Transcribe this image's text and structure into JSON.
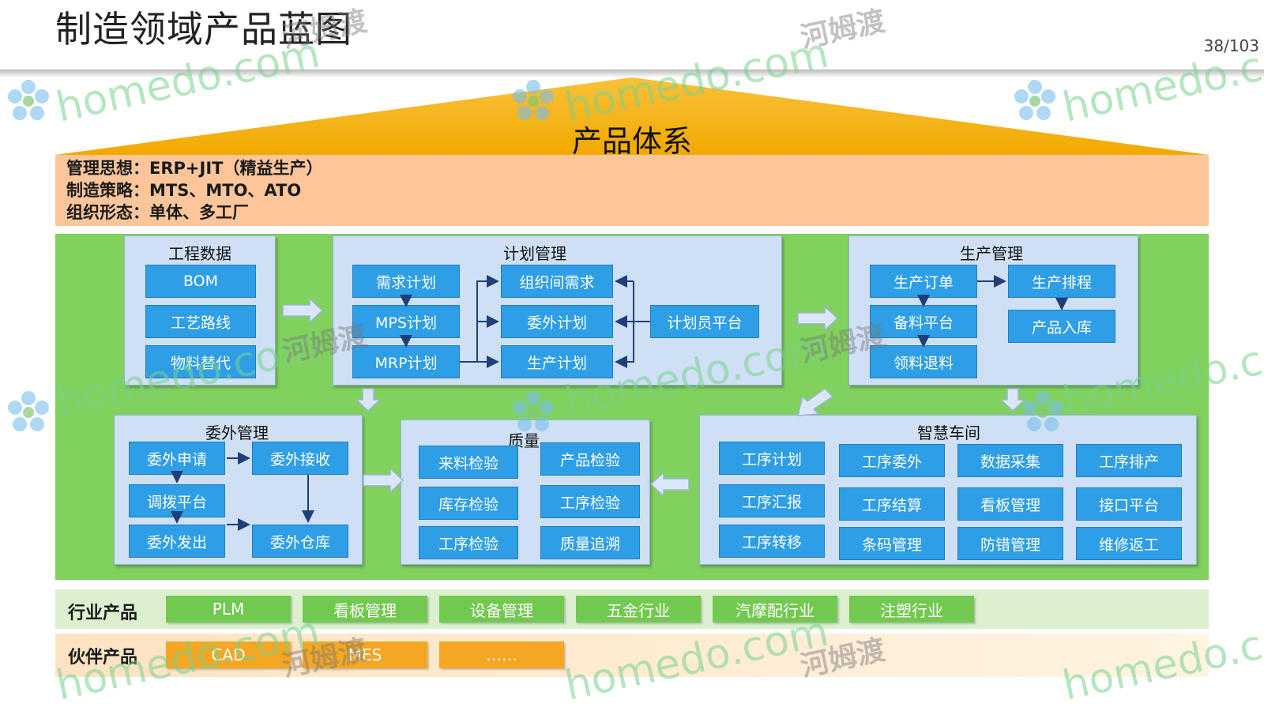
{
  "header": {
    "title": "制造领域产品蓝图",
    "page_number": "38/103"
  },
  "roof": {
    "label": "产品体系"
  },
  "management_info": {
    "lines": [
      "管理思想：ERP+JIT（精益生产）",
      "制造策略：MTS、MTO、ATO",
      "组织形态：单体、多工厂"
    ]
  },
  "modules": {
    "engineering": {
      "title": "工程数据",
      "items": [
        "BOM",
        "工艺路线",
        "物料替代"
      ]
    },
    "planning": {
      "title": "计划管理",
      "left": [
        "需求计划",
        "MPS计划",
        "MRP计划"
      ],
      "middle": [
        "组织间需求",
        "委外计划",
        "生产计划"
      ],
      "right": "计划员平台"
    },
    "production": {
      "title": "生产管理",
      "left": [
        "生产订单",
        "备料平台",
        "领料退料"
      ],
      "right": [
        "生产排程",
        "产品入库"
      ]
    },
    "outsourcing": {
      "title": "委外管理",
      "left": [
        "委外申请",
        "调拨平台",
        "委外发出"
      ],
      "right": [
        "委外接收",
        "委外仓库"
      ]
    },
    "quality": {
      "title": "质量",
      "left": [
        "来料检验",
        "库存检验",
        "工序检验"
      ],
      "right": [
        "产品检验",
        "工序检验",
        "质量追溯"
      ]
    },
    "smart_workshop": {
      "title": "智慧车间",
      "col1": [
        "工序计划",
        "工序汇报",
        "工序转移"
      ],
      "col2": [
        "工序委外",
        "工序结算",
        "条码管理"
      ],
      "col3": [
        "数据采集",
        "看板管理",
        "防错管理"
      ],
      "col4": [
        "工序排产",
        "接口平台",
        "维修返工"
      ]
    }
  },
  "industry_products": {
    "label": "行业产品",
    "items": [
      "PLM",
      "看板管理",
      "设备管理",
      "五金行业",
      "汽摩配行业",
      "注塑行业"
    ]
  },
  "partner_products": {
    "label": "伙伴产品",
    "items": [
      "CAD",
      "MES",
      "……"
    ]
  },
  "watermarks": {
    "brand": "homedo.com",
    "cn": "河姆渡"
  },
  "colors": {
    "roof": "#f6b40e",
    "band": "#fcc69a",
    "green": "#80d15e",
    "button": "#2e9ee6",
    "module": "#cfe0f5",
    "partner_button": "#f5a623"
  }
}
